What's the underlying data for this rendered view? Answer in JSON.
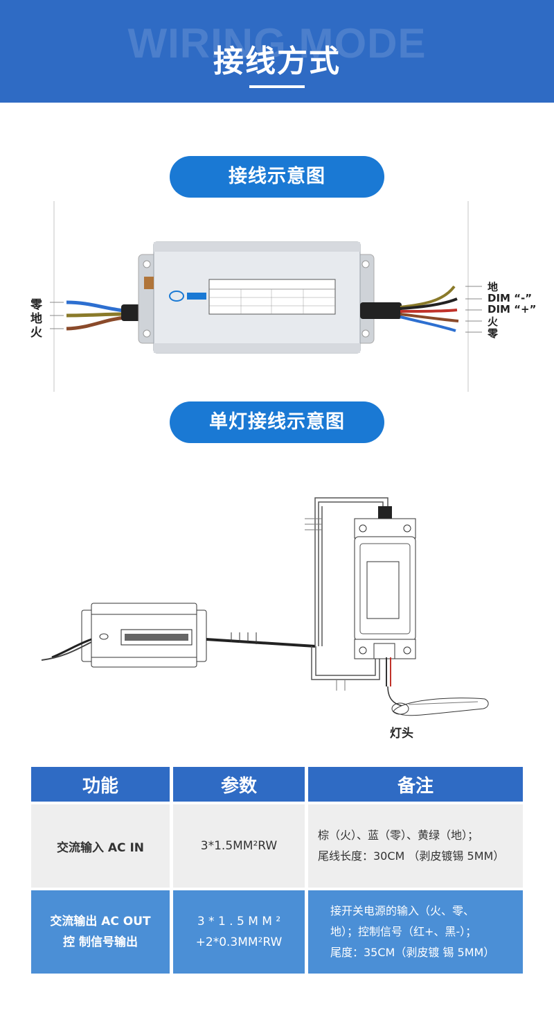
{
  "header": {
    "bg_text": "WIRING MODE",
    "title": "接线方式"
  },
  "section1": {
    "title": "接线示意图",
    "left_labels": [
      "零",
      "地",
      "火"
    ],
    "right_labels": [
      "地",
      "DIM “-”",
      "DIM “+”",
      "火",
      "零"
    ]
  },
  "section2": {
    "title": "单灯接线示意图",
    "lamp_label": "灯头"
  },
  "table": {
    "headers": [
      "功能",
      "参数",
      "备注"
    ],
    "rows": [
      {
        "func": "交流输入 AC IN",
        "param": "3*1.5MM²RW",
        "note": "棕（火）、蓝（零）、黄绿（地）；\n尾线长度：30CM （剥皮镀锡 5MM）"
      },
      {
        "func": "交流输出 AC OUT\n控 制信号输出",
        "param": "3 * 1 . 5 M M ²\n+2*0.3MM²RW",
        "note": "接开关电源的输入（火、零、\n地）；控制信号（红+、黑-）；\n尾度：35CM（剥皮镀 锡 5MM）"
      }
    ]
  },
  "colors": {
    "header_blue": "#2f6bc4",
    "pill_blue": "#1a79d4",
    "row1_bg": "#eeeeee",
    "row2_bg": "#4b8fd6"
  }
}
